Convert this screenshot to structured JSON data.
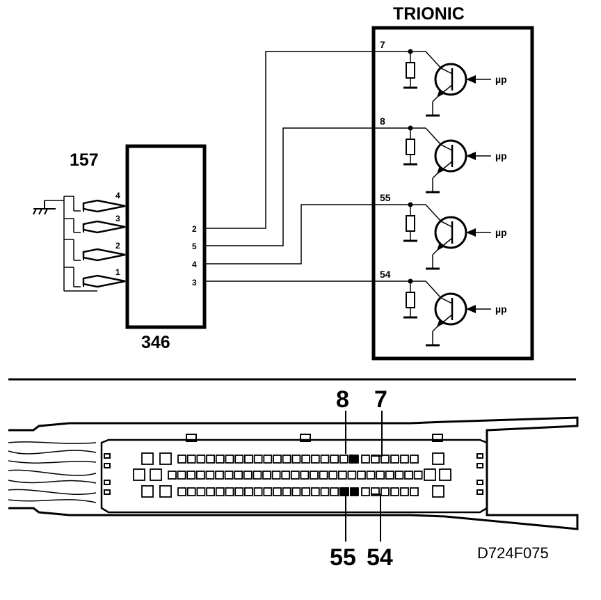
{
  "ecu": {
    "title": "TRIONIC",
    "pins": [
      {
        "label": "7",
        "output": "µp"
      },
      {
        "label": "8",
        "output": "µp"
      },
      {
        "label": "55",
        "output": "µp"
      },
      {
        "label": "54",
        "output": "µp"
      }
    ]
  },
  "coil_module": {
    "label": "157",
    "part_label": "346",
    "input_pins": [
      "2",
      "5",
      "4",
      "3"
    ]
  },
  "spark_plugs": {
    "labels": [
      "4",
      "3",
      "2",
      "1"
    ]
  },
  "connector": {
    "top_labels": [
      "8",
      "7"
    ],
    "bottom_labels": [
      "55",
      "54"
    ]
  },
  "reference": "D724F075"
}
